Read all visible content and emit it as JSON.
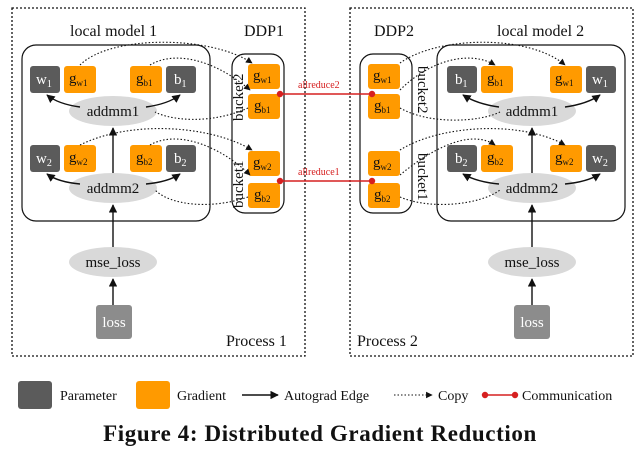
{
  "diagram": {
    "processes": [
      {
        "label": "Process 1",
        "model_title": "local model 1",
        "ddp_title": "DDP1"
      },
      {
        "label": "Process 2",
        "model_title": "local model 2",
        "ddp_title": "DDP2"
      }
    ],
    "ops": {
      "addmm1": "addmm1",
      "addmm2": "addmm2",
      "loss_fn": "mse_loss",
      "loss": "loss"
    },
    "params": {
      "w1": "w",
      "b1": "b",
      "w2": "w",
      "b2": "b",
      "sub1": "1",
      "sub2": "2"
    },
    "grads": {
      "g": "g",
      "gw1": "w1",
      "gb1": "b1",
      "gw2": "w2",
      "gb2": "b2"
    },
    "buckets": {
      "bucket1": "bucket1",
      "bucket2": "bucket2"
    },
    "allreduce": {
      "a1": "allreduce1",
      "a2": "allreduce2"
    },
    "colors": {
      "parameter": "#5b5b5b",
      "gradient": "#ff9a00",
      "op": "#d9d9d9",
      "loss_box": "#8c8c8c",
      "communication": "#d62020"
    }
  },
  "legend": {
    "parameter": "Parameter",
    "gradient": "Gradient",
    "autograd": "Autograd Edge",
    "copy": "Copy",
    "communication": "Communication"
  },
  "caption": "Figure 4: Distributed Gradient Reduction"
}
